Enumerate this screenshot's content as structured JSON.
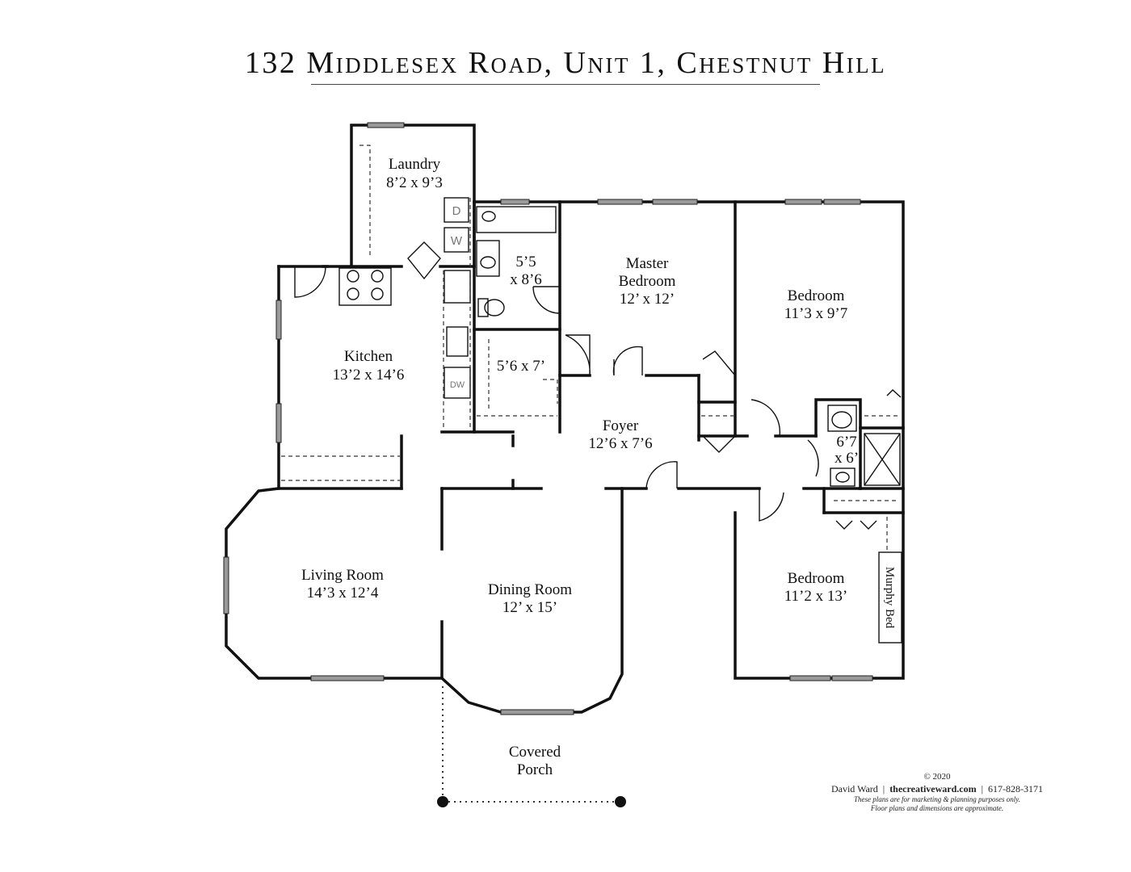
{
  "title": "132 Middlesex Road, Unit 1, Chestnut Hill",
  "rooms": {
    "laundry": {
      "name": "Laundry",
      "dims": "8’2 x 9’3"
    },
    "bath1": {
      "dims_a": "5’5",
      "dims_b": "x 8’6"
    },
    "closet": {
      "dims": "5’6 x 7’"
    },
    "master": {
      "name_a": "Master",
      "name_b": "Bedroom",
      "dims": "12’ x 12’"
    },
    "bedroom1": {
      "name": "Bedroom",
      "dims": "11’3 x 9’7"
    },
    "kitchen": {
      "name": "Kitchen",
      "dims": "13’2 x 14’6"
    },
    "foyer": {
      "name": "Foyer",
      "dims": "12’6 x 7’6"
    },
    "bath2": {
      "dims_a": "6’7",
      "dims_b": "x 6’"
    },
    "living": {
      "name": "Living Room",
      "dims": "14’3 x 12’4"
    },
    "dining": {
      "name": "Dining Room",
      "dims": "12’ x 15’"
    },
    "bedroom2": {
      "name": "Bedroom",
      "dims": "11’2 x 13’"
    },
    "porch": {
      "name_a": "Covered",
      "name_b": "Porch"
    }
  },
  "fixtures": {
    "dryer": "D",
    "washer": "W",
    "dishwasher": "DW",
    "murphy_bed": "Murphy Bed"
  },
  "credits": {
    "copyright": "© 2020",
    "author": "David Ward",
    "website": "thecreativeward.com",
    "phone": "617-828-3171",
    "disclaimer1": "These plans are for marketing & planning purposes only.",
    "disclaimer2": "Floor plans and dimensions are approximate."
  }
}
